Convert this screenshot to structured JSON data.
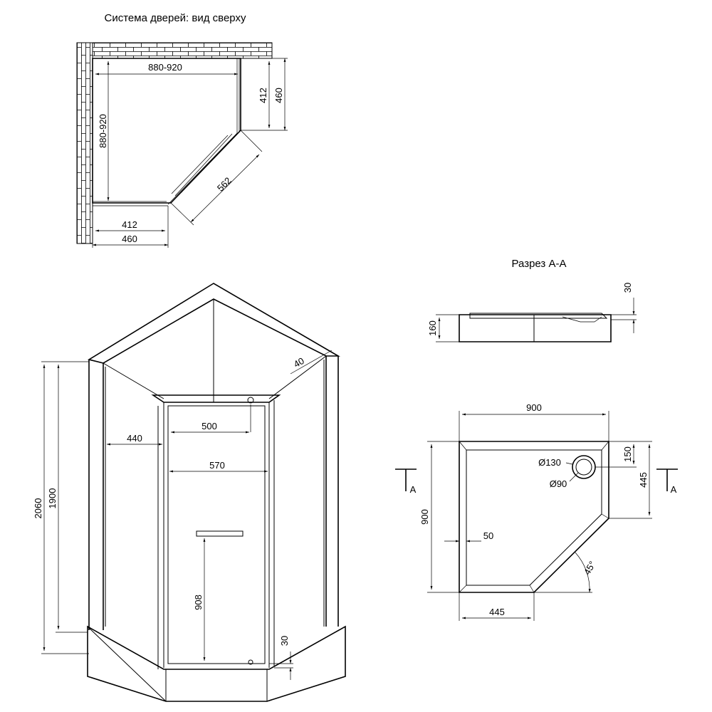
{
  "titles": {
    "top_view": "Система дверей: вид сверху",
    "section": "Разрез A-A"
  },
  "top_view": {
    "width": "880-920",
    "depth": "880-920",
    "side_inner_right": "412",
    "side_outer_right": "460",
    "diagonal": "562",
    "side_inner_bottom": "412",
    "side_outer_bottom": "460"
  },
  "front_view": {
    "total_height": "2060",
    "glass_height": "1900",
    "frame_width": "40",
    "door_inner": "500",
    "side_panel": "440",
    "door_width": "570",
    "handle_height": "908",
    "bottom_gap": "30"
  },
  "section": {
    "tray_height": "160",
    "rim": "30"
  },
  "tray_plan": {
    "width": "900",
    "depth": "900",
    "drain_outer": "Ø130",
    "drain_inner": "Ø90",
    "drain_offset": "150",
    "side_right": "445",
    "side_bottom": "445",
    "edge": "50",
    "angle": "45°",
    "section_mark_left": "A",
    "section_mark_right": "A"
  }
}
